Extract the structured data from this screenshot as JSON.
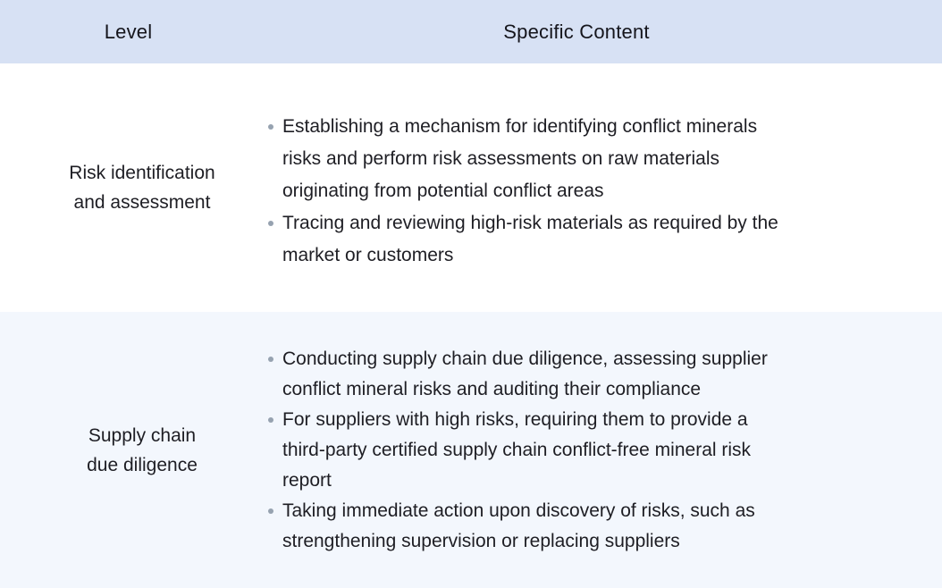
{
  "table": {
    "columns": [
      {
        "label": "Level"
      },
      {
        "label": "Specific Content"
      }
    ],
    "rows": [
      {
        "level": "Risk identification\nand assessment",
        "bullets": [
          "Establishing a mechanism for identifying conflict minerals\nrisks and perform risk assessments on raw materials\noriginating from potential conflict areas",
          "Tracing and reviewing high-risk materials as required by the\nmarket or customers"
        ]
      },
      {
        "level": "Supply chain\ndue diligence",
        "bullets": [
          "Conducting supply chain due diligence, assessing supplier\nconflict mineral risks and auditing their compliance",
          "For suppliers with high risks, requiring them to provide a\nthird-party certified supply chain conflict-free mineral risk\nreport",
          "Taking immediate action upon discovery of risks, such as\nstrengthening supervision or replacing suppliers"
        ]
      }
    ],
    "colors": {
      "header_bg": "#d7e1f4",
      "row_white_bg": "#ffffff",
      "row_alt_bg": "#f3f7fd",
      "text": "#1e1e24",
      "bullet_dot": "#96a2b0"
    }
  }
}
